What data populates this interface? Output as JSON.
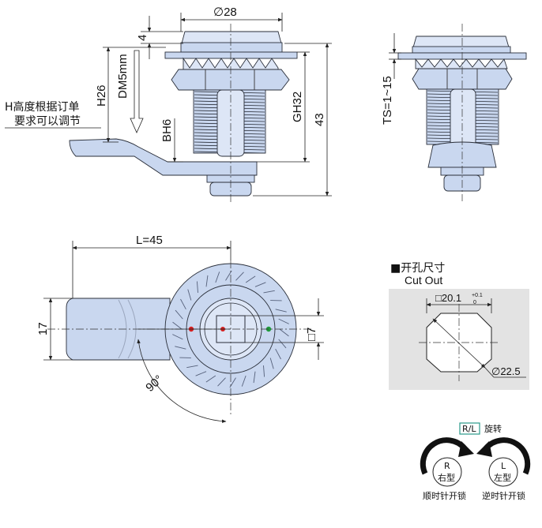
{
  "dims": {
    "d28": "∅28",
    "four": "4",
    "h26": "H26",
    "dm5": "DM5mm",
    "bh6": "BH6",
    "gh32": "GH32",
    "d43": "43",
    "ts": "TS=1~15",
    "l45": "L=45",
    "d17": "17",
    "sq7": "□7",
    "a90": "90°"
  },
  "note": {
    "line1": "H高度根据订单",
    "line2": "要求可以调节"
  },
  "cutout": {
    "title_cn": "■开孔尺寸",
    "title_en": "Cut Out",
    "width_label": "□20.1",
    "tol_upper": "+0.1",
    "tol_lower": "0",
    "diameter_label": "∅22.5"
  },
  "rotation": {
    "badge": "R/L",
    "badge_text": "旋转",
    "right": {
      "letter": "R",
      "name": "右型",
      "desc": "顺时针开锁"
    },
    "left": {
      "letter": "L",
      "name": "左型",
      "desc": "逆时针开锁"
    }
  },
  "colors": {
    "part": "#c9d7ef",
    "panel": "#e3e3e3",
    "badge": "#2a9a8a",
    "dot_red": "#d62020",
    "dot_green": "#1e9a3a"
  }
}
